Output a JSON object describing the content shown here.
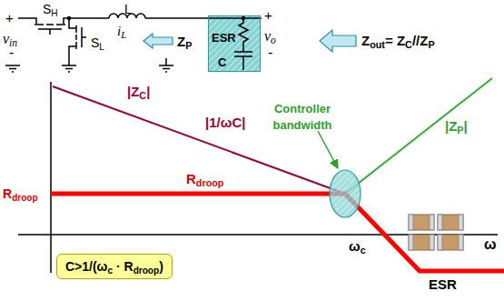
{
  "diagram": {
    "nodes": [
      {
        "text": [
          "ESR",
          "C"
        ]
      },
      {
        "text": [
          "C>1/(ωc · Rdroop)"
        ]
      }
    ],
    "labels": [
      "+",
      "vin",
      "-",
      "SH",
      "SL",
      "L",
      "iL",
      "ZP",
      "+",
      "vo",
      "-",
      "Zout= ZC//ZP",
      "|ZC|",
      "|1/ωC|",
      "Controller bandwidth",
      "|ZP|",
      "Rdroop",
      "Rdroop",
      "ωc",
      "ESR",
      "ω"
    ]
  }
}
